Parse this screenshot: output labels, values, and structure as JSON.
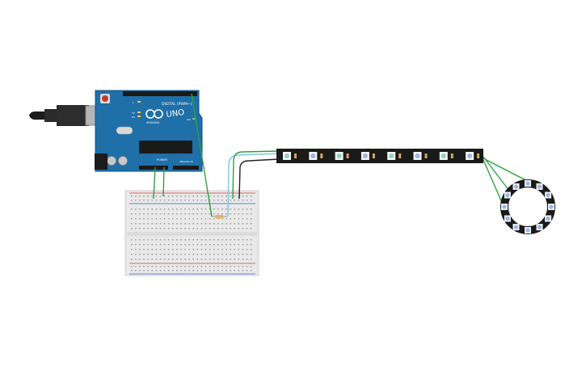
{
  "arduino": {
    "brand_text": "UNO",
    "maker_text": "ARDUINO",
    "digital_header_text": "DIGITAL (PWM~)",
    "power_header_text": "POWER",
    "analog_header_text": "ANALOG IN",
    "board_color": "#1f6fa8",
    "on_label": "ON",
    "tx_label": "TX",
    "rx_label": "RX",
    "l_label": "L"
  },
  "breadboard": {
    "rail_red": "#d23b3b",
    "rail_blue": "#3b5fd2"
  },
  "led_strip": {
    "pixel_count": 8,
    "color": "#1a1a1a"
  },
  "neopixel_ring": {
    "pixel_count": 12
  },
  "wires": {
    "green": "#2ea043",
    "blue": "#7ec8e3",
    "black": "#222222"
  },
  "resistor": {
    "body_color": "#e8b36a"
  }
}
